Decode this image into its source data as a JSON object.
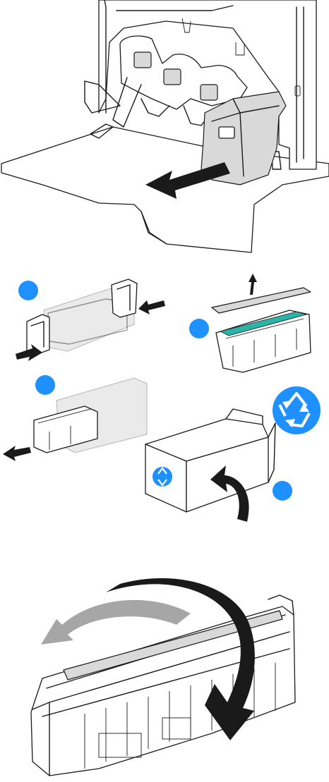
{
  "figure": {
    "panels": [
      "printer-with-cartridge-removed",
      "unpack-and-recycle-steps",
      "rock-cartridge"
    ]
  },
  "steps": [
    {
      "id": "remove-end-caps",
      "badge": ""
    },
    {
      "id": "remove-cover",
      "badge": ""
    },
    {
      "id": "slide-out-of-bag",
      "badge": ""
    },
    {
      "id": "pack-used-cartridge",
      "badge": ""
    }
  ],
  "colors": {
    "badge": "#1E90FF",
    "recycle": "#1E90FF",
    "arrow": "#1a1a1a",
    "arrow_secondary": "#a6a6a6",
    "toner_roller": "#2bb3a8"
  },
  "icons": [
    "recycle-icon",
    "step-badge",
    "pull-arrow",
    "rock-arrow"
  ]
}
